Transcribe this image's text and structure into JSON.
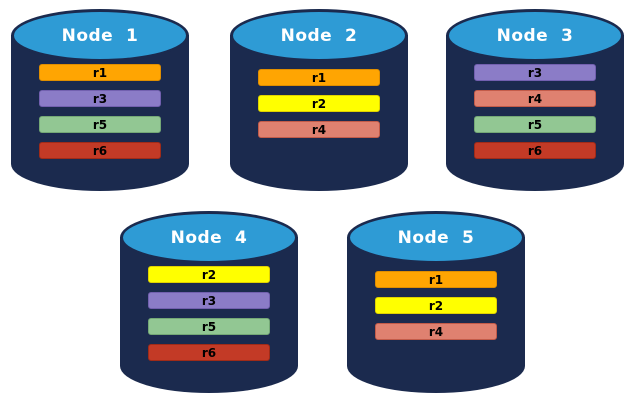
{
  "palette": {
    "canvas_background": "#FFFFFF",
    "cylinder_body": "#1B2A4E",
    "cylinder_top_fill": "#2E9BD5",
    "node_label_color": "#FFFFFF",
    "bar_label_color": "#000000"
  },
  "replica_colors": {
    "r1": {
      "fill": "#FFA502",
      "border": "#E08E00"
    },
    "r2": {
      "fill": "#FFFF00",
      "border": "#E0D200"
    },
    "r3": {
      "fill": "#8B7CC7",
      "border": "#7260AF"
    },
    "r4": {
      "fill": "#DF8170",
      "border": "#C25B49"
    },
    "r5": {
      "fill": "#92C793",
      "border": "#74A876"
    },
    "r6": {
      "fill": "#C33A26",
      "border": "#A02B18"
    }
  },
  "nodes": [
    {
      "id": "node-1",
      "label": "Node  1",
      "replicas": [
        "r1",
        "r3",
        "r5",
        "r6"
      ]
    },
    {
      "id": "node-2",
      "label": "Node  2",
      "replicas": [
        "r1",
        "r2",
        "r4"
      ]
    },
    {
      "id": "node-3",
      "label": "Node  3",
      "replicas": [
        "r3",
        "r4",
        "r5",
        "r6"
      ]
    },
    {
      "id": "node-4",
      "label": "Node  4",
      "replicas": [
        "r2",
        "r3",
        "r5",
        "r6"
      ]
    },
    {
      "id": "node-5",
      "label": "Node  5",
      "replicas": [
        "r1",
        "r2",
        "r4"
      ]
    }
  ]
}
